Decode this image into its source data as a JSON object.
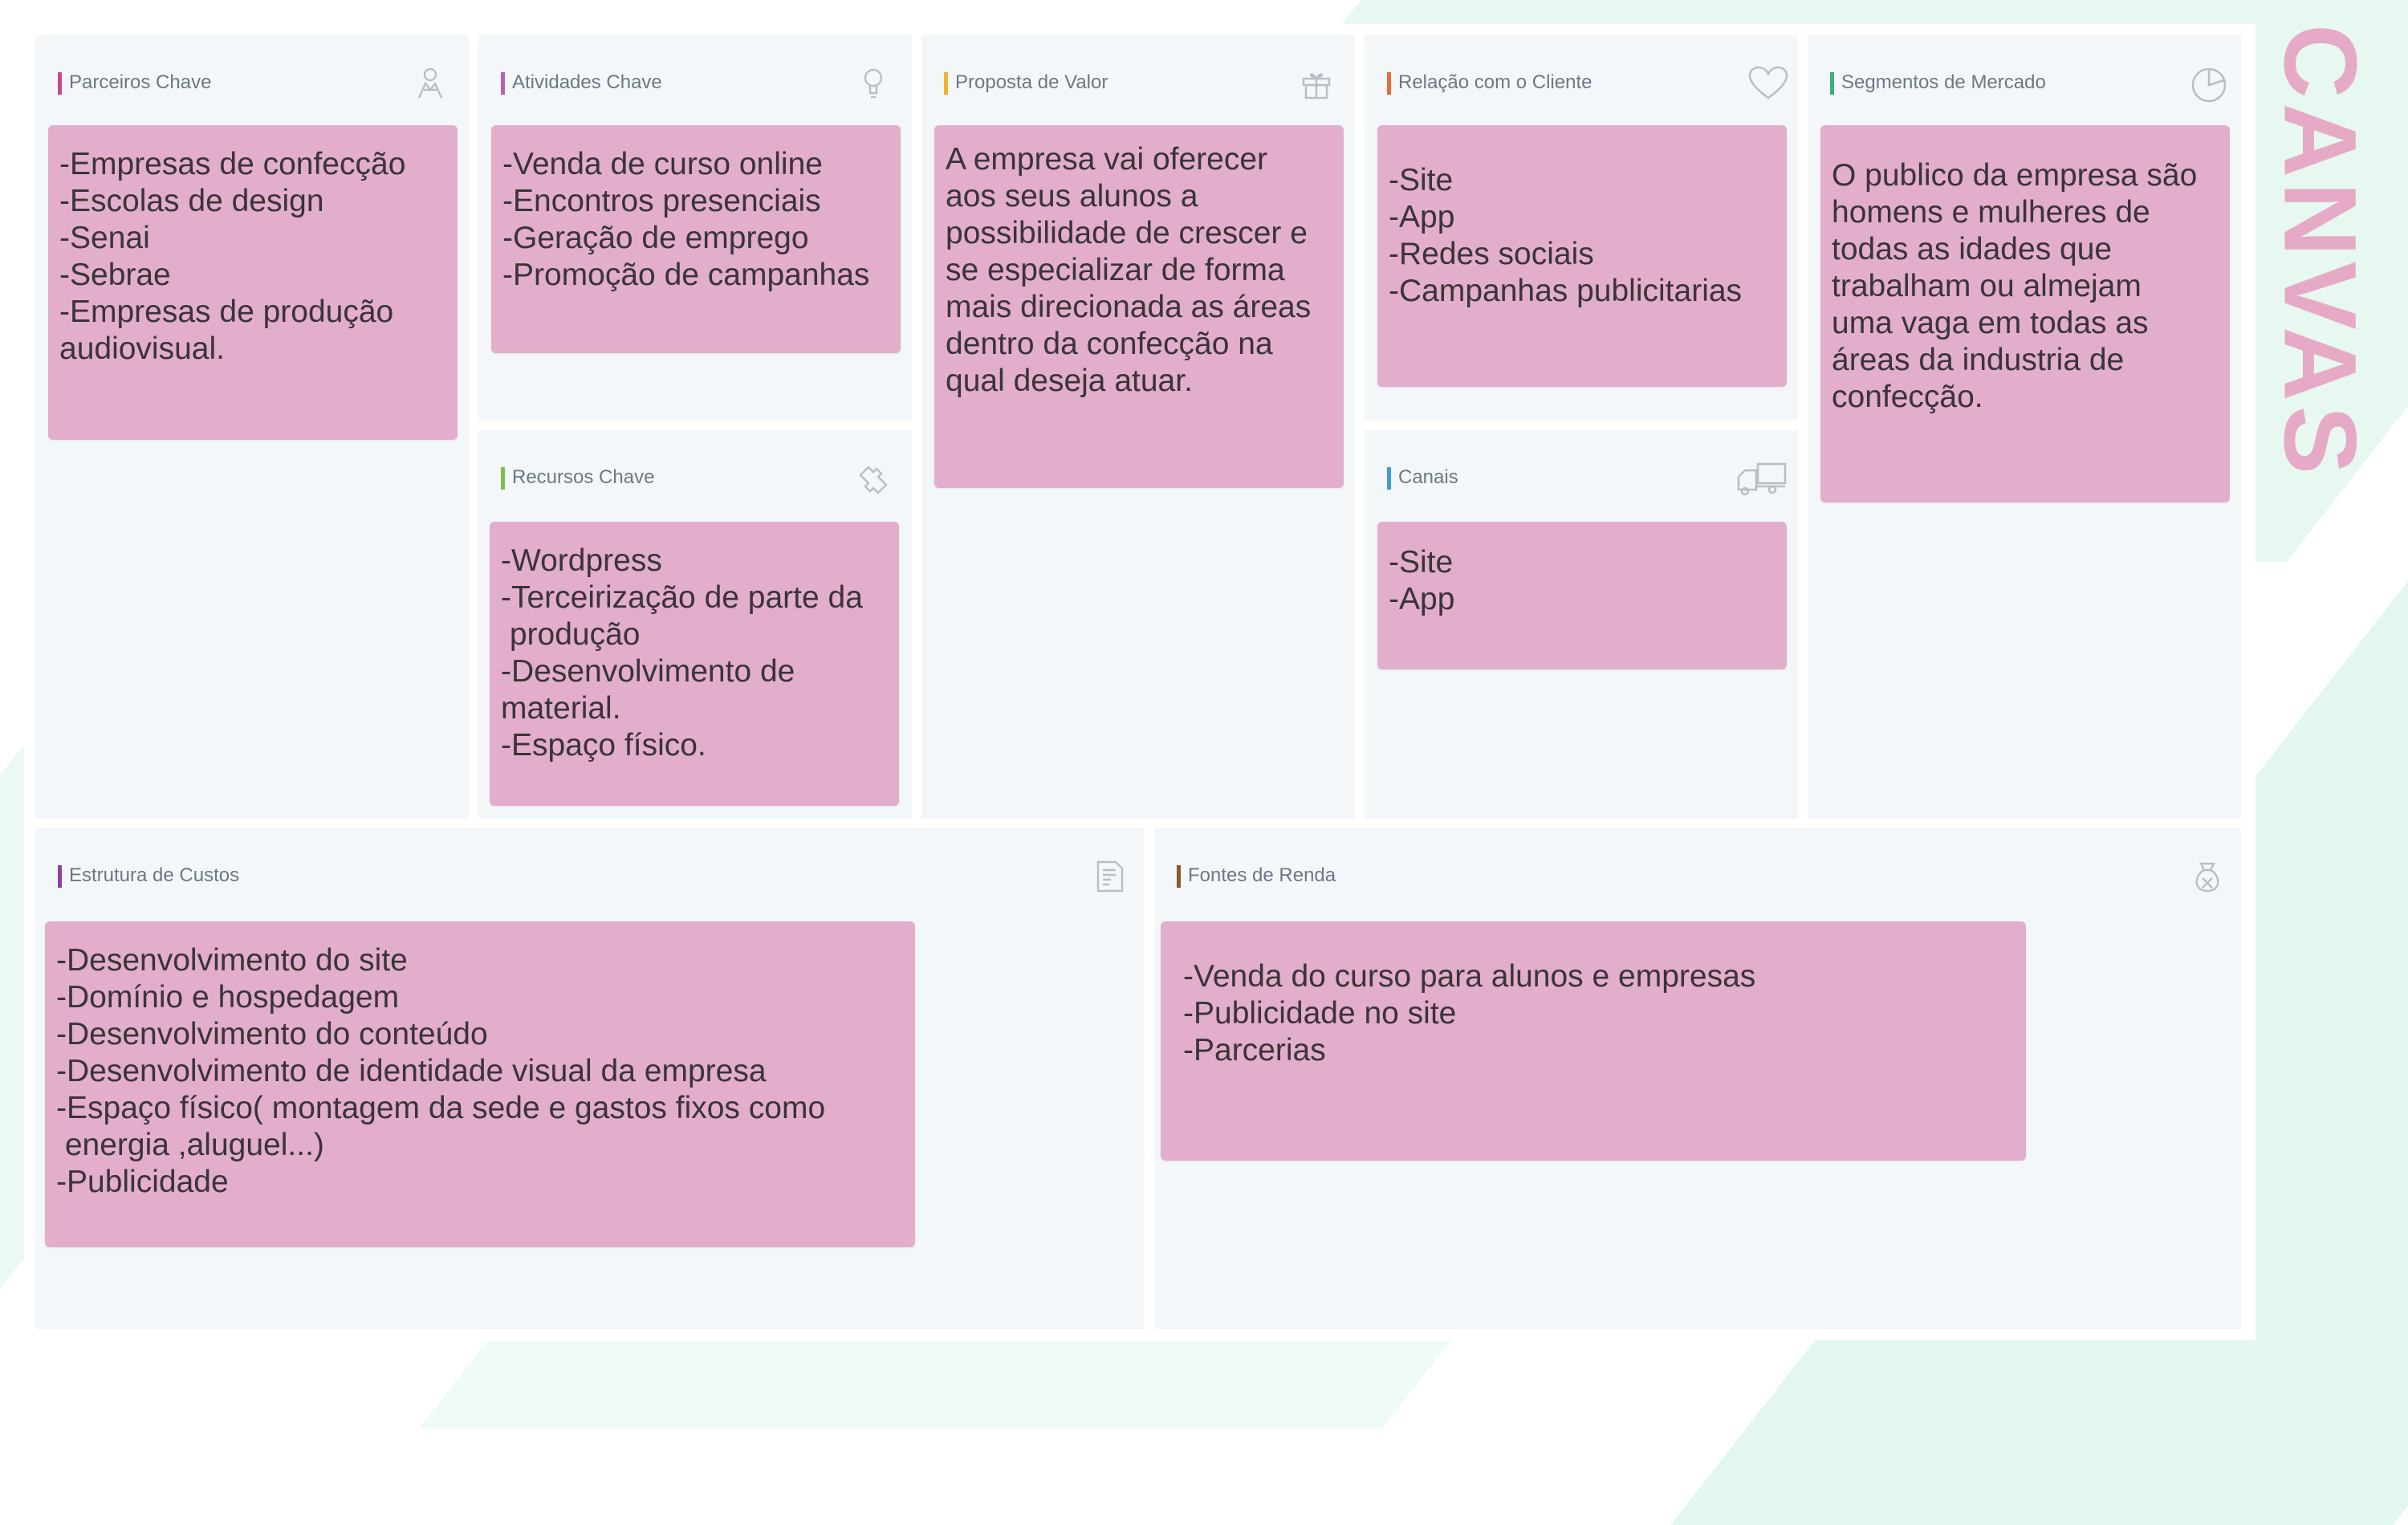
{
  "title": "CANVAS",
  "colors": {
    "note": "#e2aecb",
    "cell": "#f4f7fa",
    "title": "#e6a9c6"
  },
  "cells": {
    "parceiros": {
      "title": "Parceiros Chave",
      "icon": "partners-icon",
      "accent": "#c54a8c",
      "note": "-Empresas de confecção\n-Escolas de design\n-Senai\n-Sebrae\n-Empresas de produção\naudiovisual."
    },
    "atividades": {
      "title": "Atividades Chave",
      "icon": "lightbulb-icon",
      "accent": "#b65fb8",
      "note": "-Venda de curso online\n-Encontros presenciais\n-Geração de emprego\n-Promoção de campanhas"
    },
    "recursos": {
      "title": "Recursos Chave",
      "icon": "puzzle-icon",
      "accent": "#7bbf4f",
      "note": "-Wordpress\n-Terceirização de parte da\n produção\n-Desenvolvimento de\nmaterial.\n-Espaço físico."
    },
    "proposta": {
      "title": "Proposta de Valor",
      "icon": "gift-icon",
      "accent": "#f2b233",
      "note": "A empresa vai oferecer\naos seus alunos a\npossibilidade de crescer e\nse especializar de forma\nmais direcionada as áreas\ndentro da confecção na\nqual deseja atuar."
    },
    "relacao": {
      "title": "Relação com o Cliente",
      "icon": "heart-icon",
      "accent": "#e86c3a",
      "note": "-Site\n-App\n-Redes sociais\n-Campanhas publicitarias"
    },
    "canais": {
      "title": "Canais",
      "icon": "truck-icon",
      "accent": "#3d9fd8",
      "note": "-Site\n-App"
    },
    "segmentos": {
      "title": "Segmentos de Mercado",
      "icon": "pie-chart-icon",
      "accent": "#3fae7e",
      "note": "O publico da empresa são\nhomens e mulheres de\ntodas as idades que\ntrabalham ou almejam\numa vaga em todas as\náreas da industria de\nconfecção."
    },
    "custos": {
      "title": "Estrutura de Custos",
      "icon": "document-icon",
      "accent": "#8e3e9b",
      "note": "-Desenvolvimento do site\n-Domínio e hospedagem\n-Desenvolvimento do conteúdo\n-Desenvolvimento de identidade visual da empresa\n-Espaço físico( montagem da sede e gastos fixos como\n energia ,aluguel...)\n-Publicidade"
    },
    "receitas": {
      "title": "Fontes de Renda",
      "icon": "money-bag-icon",
      "accent": "#8a5a2b",
      "note": "-Venda do curso para alunos e empresas\n-Publicidade no site\n-Parcerias"
    }
  }
}
